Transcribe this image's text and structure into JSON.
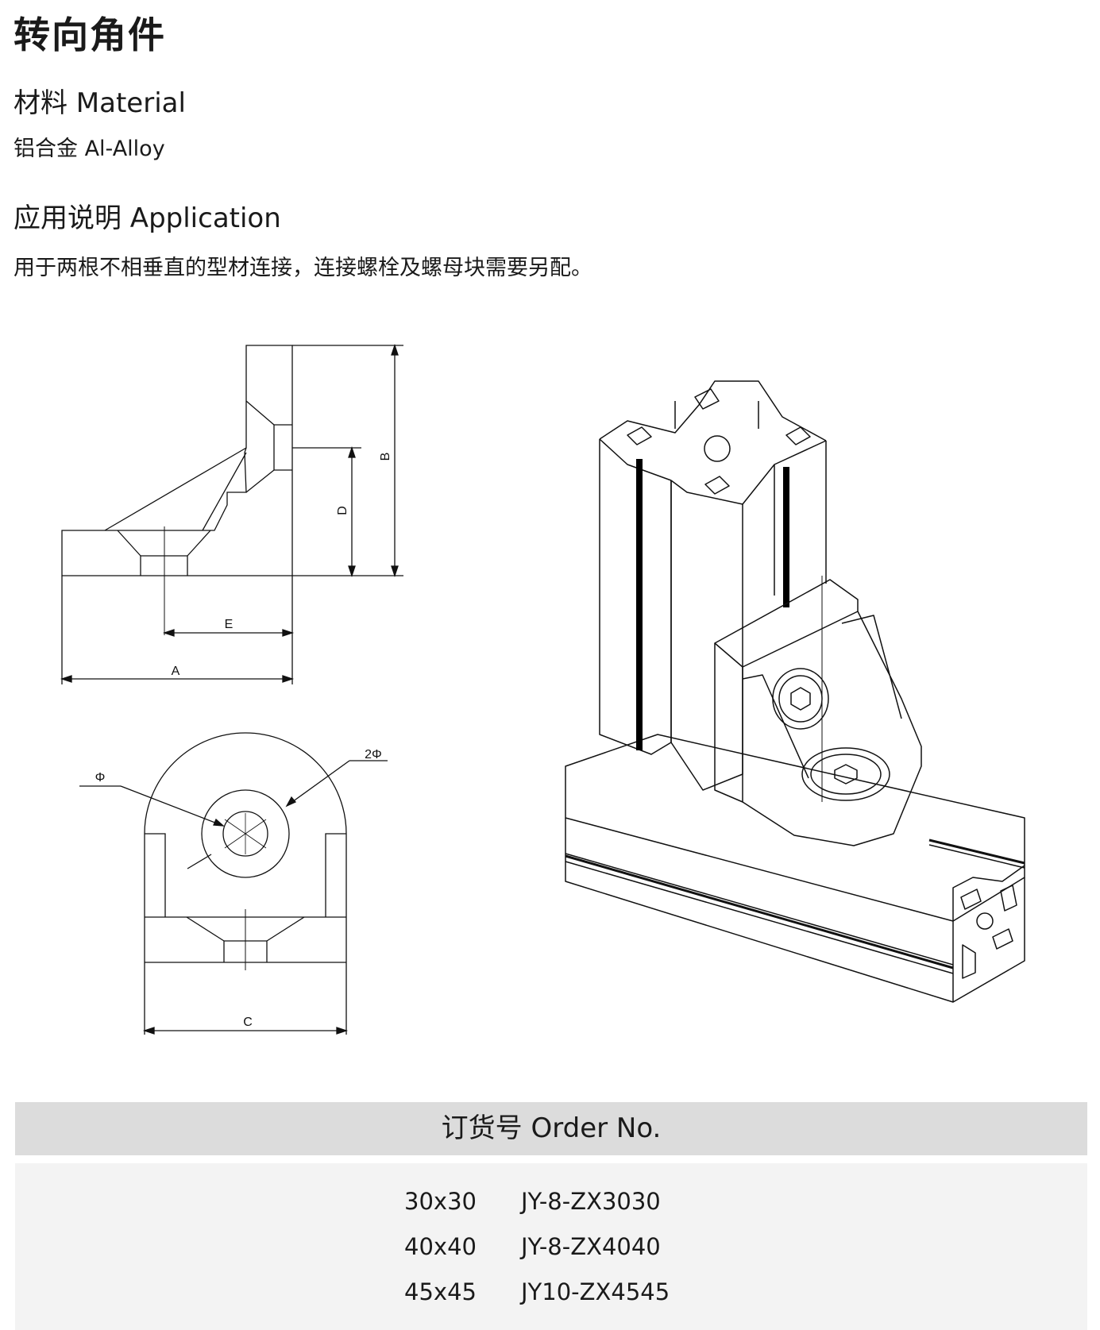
{
  "page": {
    "title": "转向角件",
    "material_heading": "材料 Material",
    "material_value": "铝合金 Al-Alloy",
    "application_heading": "应用说明 Application",
    "application_text": "用于两根不相垂直的型材连接，连接螺栓及螺母块需要另配。"
  },
  "drawing": {
    "dim_labels": {
      "A": "A",
      "B": "B",
      "C": "C",
      "D": "D",
      "E": "E",
      "phi": "Φ",
      "two_phi": "2Φ"
    }
  },
  "order": {
    "heading": "订货号 Order No.",
    "rows": [
      {
        "size": "30x30",
        "code": "JY-8-ZX3030"
      },
      {
        "size": "40x40",
        "code": "JY-8-ZX4040"
      },
      {
        "size": "45x45",
        "code": "JY10-ZX4545"
      }
    ]
  }
}
